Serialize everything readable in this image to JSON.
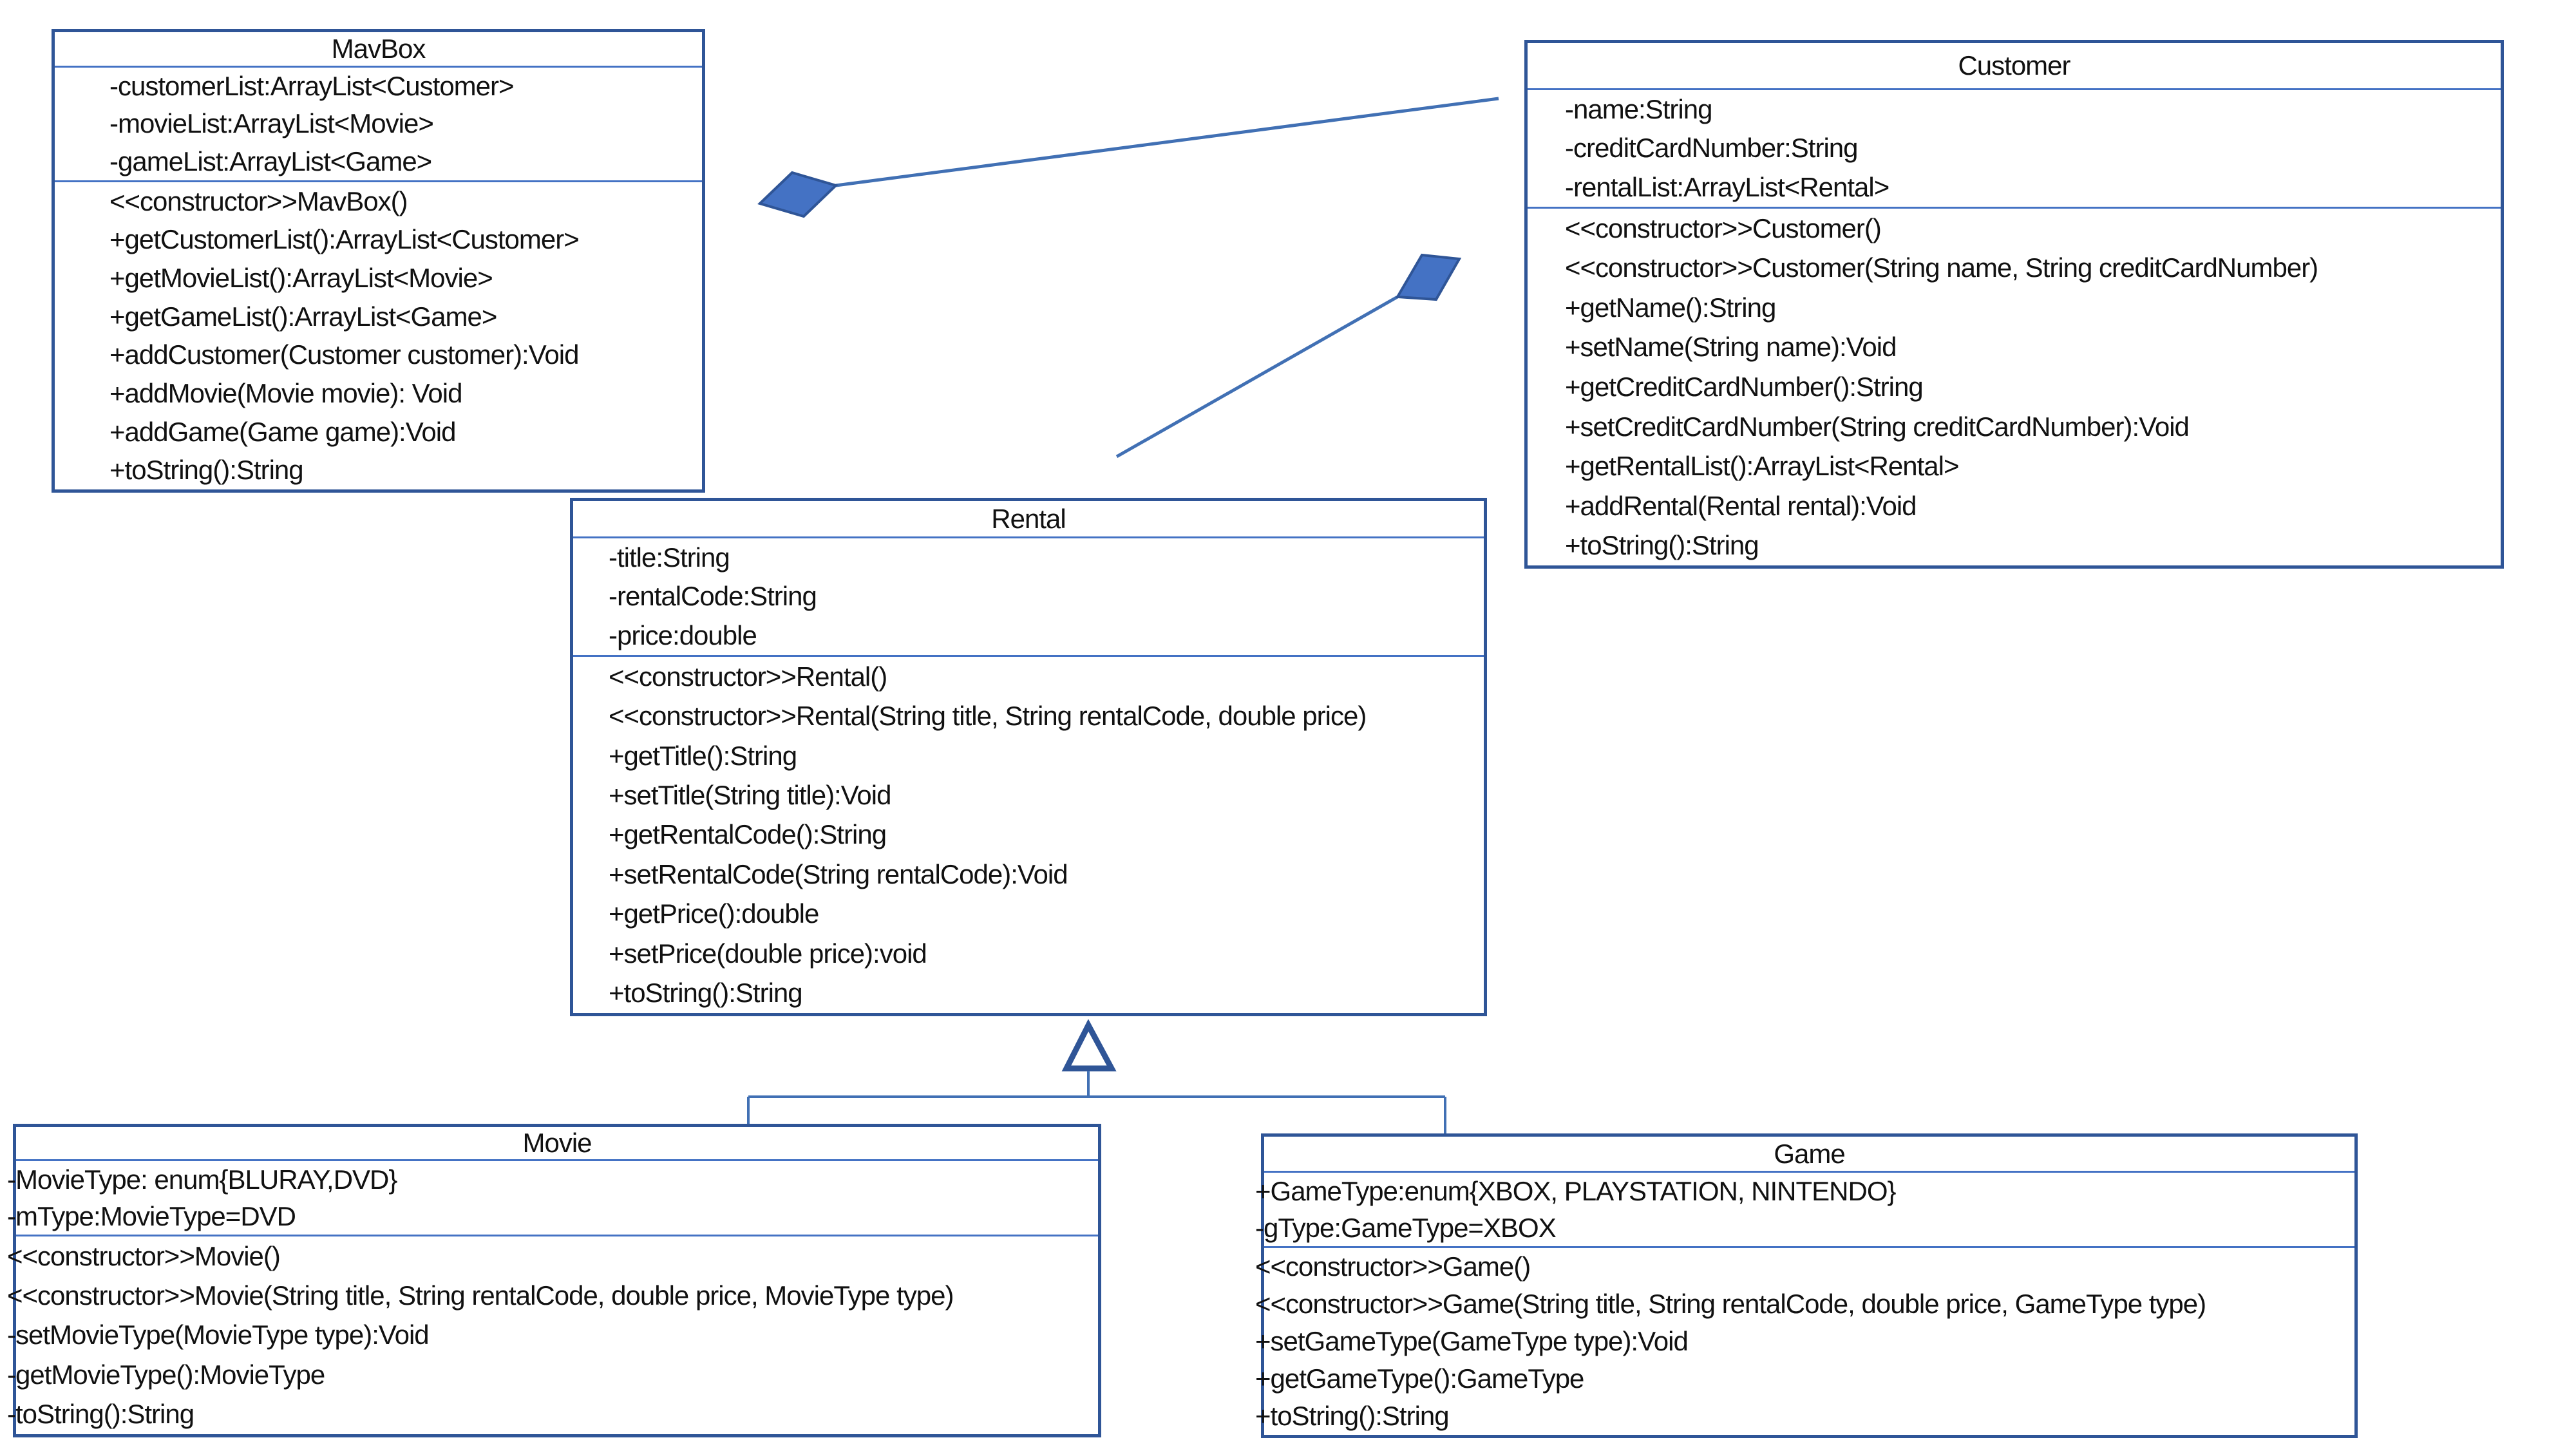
{
  "colors": {
    "background": "#ffffff",
    "box_border": "#2F5597",
    "divider": "#4472C4",
    "connector": "#4170B4",
    "diamond_fill": "#4472C4",
    "diamond_stroke": "#2F5597",
    "triangle_stroke": "#2F5597",
    "text": "#111111"
  },
  "classes": {
    "mavbox": {
      "title": "MavBox",
      "attributes": [
        "-customerList:ArrayList<Customer>",
        "-movieList:ArrayList<Movie>",
        "-gameList:ArrayList<Game>"
      ],
      "methods": [
        "<<constructor>>MavBox()",
        "+getCustomerList():ArrayList<Customer>",
        "+getMovieList():ArrayList<Movie>",
        "+getGameList():ArrayList<Game>",
        "+addCustomer(Customer customer):Void",
        "+addMovie(Movie movie): Void",
        "+addGame(Game game):Void",
        "+toString():String"
      ]
    },
    "customer": {
      "title": "Customer",
      "attributes": [
        "-name:String",
        "-creditCardNumber:String",
        "-rentalList:ArrayList<Rental>"
      ],
      "methods": [
        "<<constructor>>Customer()",
        "<<constructor>>Customer(String name, String creditCardNumber)",
        "+getName():String",
        "+setName(String name):Void",
        "+getCreditCardNumber():String",
        "+setCreditCardNumber(String creditCardNumber):Void",
        "+getRentalList():ArrayList<Rental>",
        "+addRental(Rental rental):Void",
        "+toString():String"
      ]
    },
    "rental": {
      "title": "Rental",
      "attributes": [
        "-title:String",
        "-rentalCode:String",
        "-price:double"
      ],
      "methods": [
        "<<constructor>>Rental()",
        "<<constructor>>Rental(String title, String rentalCode, double price)",
        "+getTitle():String",
        "+setTitle(String title):Void",
        "+getRentalCode():String",
        "+setRentalCode(String rentalCode):Void",
        "+getPrice():double",
        "+setPrice(double price):void",
        "+toString():String"
      ]
    },
    "movie": {
      "title": "Movie",
      "attributes": [
        "-MovieType: enum{BLURAY,DVD}",
        "-mType:MovieType=DVD"
      ],
      "methods": [
        "<<constructor>>Movie()",
        "<<constructor>>Movie(String title, String rentalCode, double price, MovieType type)",
        "-setMovieType(MovieType type):Void",
        "-getMovieType():MovieType",
        "-toString():String"
      ]
    },
    "game": {
      "title": "Game",
      "attributes": [
        "+GameType:enum{XBOX, PLAYSTATION, NINTENDO}",
        "-gType:GameType=XBOX"
      ],
      "methods": [
        "<<constructor>>Game()",
        "<<constructor>>Game(String title, String rentalCode, double price, GameType type)",
        "+setGameType(GameType type):Void",
        "+getGameType():GameType",
        "+toString():String"
      ]
    }
  },
  "connectors": [
    {
      "type": "aggregation",
      "diamond_near": "MavBox",
      "points_to": "Customer",
      "diamond": "filled"
    },
    {
      "type": "aggregation",
      "diamond_near": "Customer",
      "points_to": "Rental",
      "diamond": "filled"
    },
    {
      "type": "generalization",
      "parent": "Rental",
      "children": [
        "Movie",
        "Game"
      ],
      "arrow": "hollow-triangle"
    }
  ]
}
